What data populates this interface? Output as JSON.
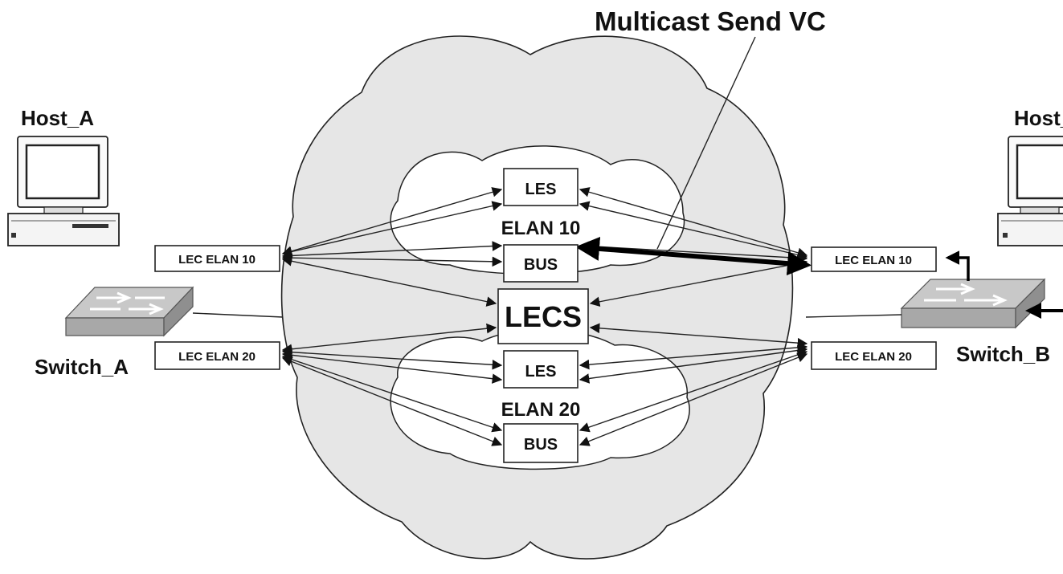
{
  "callout": {
    "label": "Multicast Send VC"
  },
  "hosts": {
    "left": {
      "label": "Host_A"
    },
    "right": {
      "label": "Host_B"
    }
  },
  "switches": {
    "left": {
      "label": "Switch_A"
    },
    "right": {
      "label": "Switch_B"
    }
  },
  "lec": {
    "left_elan10": "LEC ELAN 10",
    "left_elan20": "LEC ELAN 20",
    "right_elan10": "LEC ELAN 10",
    "right_elan20": "LEC ELAN 20"
  },
  "elan10": {
    "name": "ELAN 10",
    "les": "LES",
    "bus": "BUS"
  },
  "elan20": {
    "name": "ELAN 20",
    "les": "LES",
    "bus": "BUS"
  },
  "lecs": {
    "label": "LECS"
  },
  "colors": {
    "cloud_fill": "#e6e6e6",
    "stroke": "#222222",
    "switch_top": "#c8c8c8",
    "switch_side": "#8f8f8f"
  }
}
